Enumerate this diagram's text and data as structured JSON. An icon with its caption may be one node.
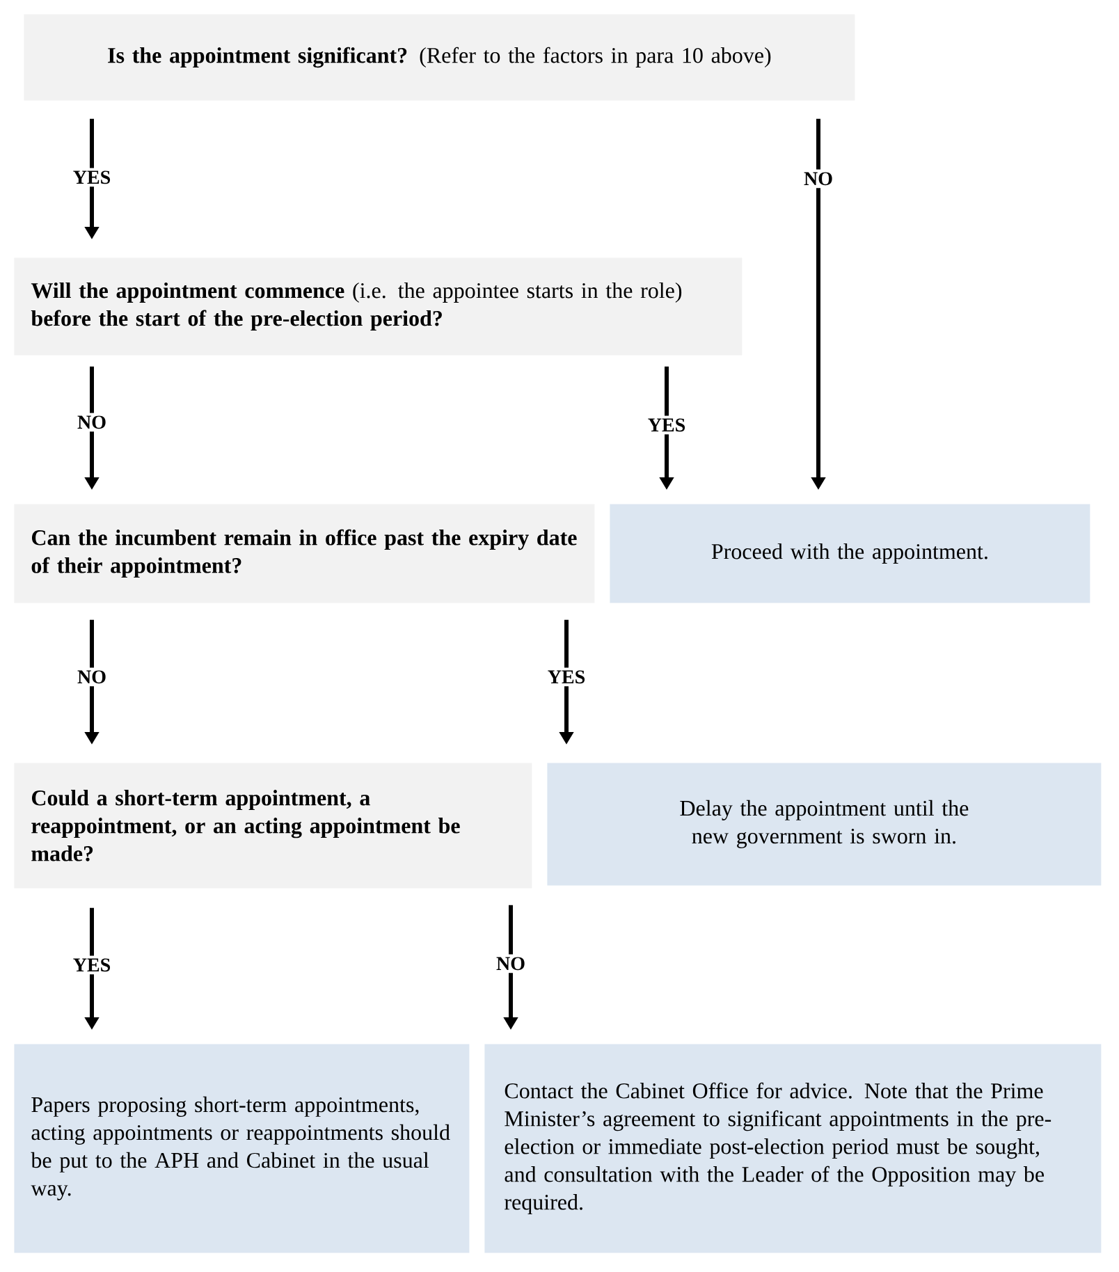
{
  "diagram": {
    "nodes": [
      {
        "text": [
          "**Is the appointment significant?** (Refer to the factors in para 10 above)"
        ]
      },
      {
        "text": [
          "**Will the appointment commence** (i.e. the appointee starts in the role) **before the start of the pre-election period?**"
        ]
      },
      {
        "text": [
          "Can the incumbent remain in office past the expiry date of their appointment?"
        ]
      },
      {
        "text": [
          "Proceed with the appointment."
        ]
      },
      {
        "text": [
          "Could a short-term appointment, a reappointment, or an acting appointment be made?"
        ]
      },
      {
        "text": [
          "Delay the appointment until the new government is sworn in."
        ]
      },
      {
        "text": [
          "Papers proposing short-term appointments, acting appointments or reappointments should be put to the APH and Cabinet in the usual way."
        ]
      },
      {
        "text": [
          "Contact the Cabinet Office for advice. Note that the Prime Minister’s agreement to significant appointments in the pre-election or immediate post-election period must be sought, and consultation with the Leader of the Opposition may be required."
        ]
      }
    ],
    "edges": [
      {
        "from": 0,
        "to": 1,
        "arrow": "to",
        "label": "YES"
      },
      {
        "from": 0,
        "to": 3,
        "arrow": "to",
        "label": "NO"
      },
      {
        "from": 1,
        "to": 2,
        "arrow": "to",
        "label": "NO"
      },
      {
        "from": 1,
        "to": 3,
        "arrow": "to",
        "label": "YES"
      },
      {
        "from": 2,
        "to": 4,
        "arrow": "to",
        "label": "NO"
      },
      {
        "from": 2,
        "to": 5,
        "arrow": "to",
        "label": "YES"
      },
      {
        "from": 4,
        "to": 6,
        "arrow": "to",
        "label": "YES"
      },
      {
        "from": 4,
        "to": 7,
        "arrow": "to",
        "label": "NO"
      }
    ]
  }
}
